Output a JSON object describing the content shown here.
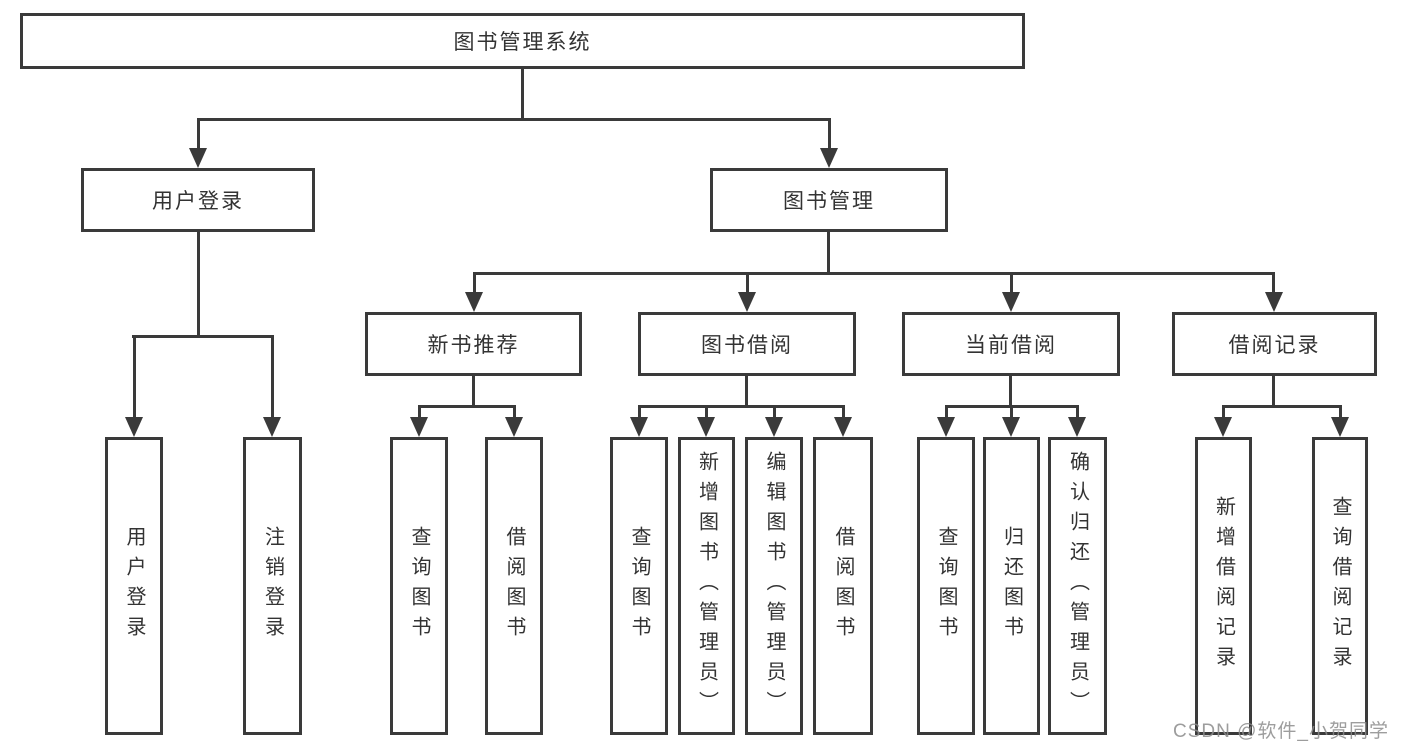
{
  "diagram": {
    "root": {
      "label": "图书管理系统"
    },
    "branches": [
      {
        "label": "用户登录",
        "children": [
          {
            "label": "用户登录"
          },
          {
            "label": "注销登录"
          }
        ]
      },
      {
        "label": "图书管理",
        "children": [
          {
            "label": "新书推荐",
            "children": [
              {
                "label": "查询图书"
              },
              {
                "label": "借阅图书"
              }
            ]
          },
          {
            "label": "图书借阅",
            "children": [
              {
                "label": "查询图书"
              },
              {
                "label": "新增图书（管理员）"
              },
              {
                "label": "编辑图书（管理员）"
              },
              {
                "label": "借阅图书"
              }
            ]
          },
          {
            "label": "当前借阅",
            "children": [
              {
                "label": "查询图书"
              },
              {
                "label": "归还图书"
              },
              {
                "label": "确认归还（管理员）"
              }
            ]
          },
          {
            "label": "借阅记录",
            "children": [
              {
                "label": "新增借阅记录"
              },
              {
                "label": "查询借阅记录"
              }
            ]
          }
        ]
      }
    ],
    "watermark": "CSDN @软件_小贺同学",
    "colors": {
      "line": "#3a3a3a",
      "text": "#333333",
      "background": "#ffffff",
      "watermark": "#8c8c8c"
    }
  }
}
